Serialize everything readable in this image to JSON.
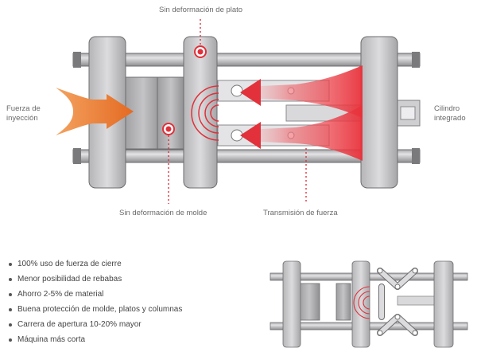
{
  "labels": {
    "top": "Sin deformación de plato",
    "left": "Fuerza de\ninyección",
    "right": "Cilindro\nintegrado",
    "bottom_left": "Sin deformación de molde",
    "bottom_right": "Transmisión de fuerza"
  },
  "bullets": [
    "100% uso de fuerza de cierre",
    "Menor posibilidad de rebabas",
    "Ahorro 2-5% de material",
    "Buena protección de molde, platos y columnas",
    "Carrera de apertura 10-20% mayor",
    "Máquina más corta"
  ],
  "colors": {
    "accent_red": "#e0303a",
    "accent_orange": "#e8742a",
    "metal": "#c9c9cb",
    "metal_dark": "#8f8f92"
  }
}
